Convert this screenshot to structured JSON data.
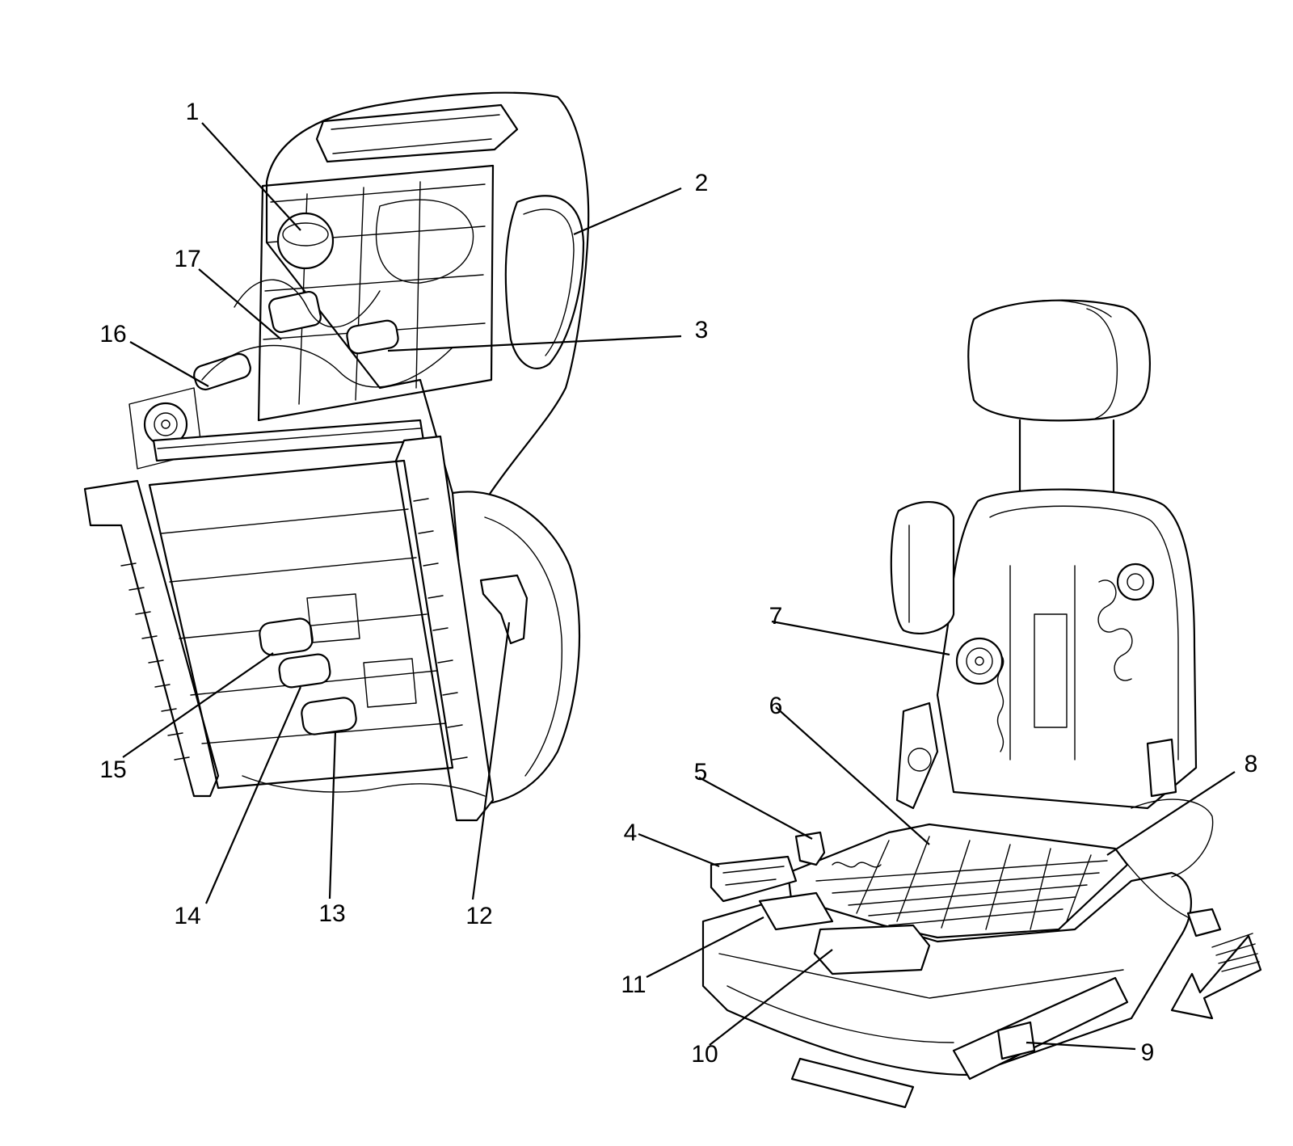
{
  "callouts": [
    {
      "id": "1",
      "text": "1"
    },
    {
      "id": "2",
      "text": "2"
    },
    {
      "id": "3",
      "text": "3"
    },
    {
      "id": "4",
      "text": "4"
    },
    {
      "id": "5",
      "text": "5"
    },
    {
      "id": "6",
      "text": "6"
    },
    {
      "id": "7",
      "text": "7"
    },
    {
      "id": "8",
      "text": "8"
    },
    {
      "id": "9",
      "text": "9"
    },
    {
      "id": "10",
      "text": "10"
    },
    {
      "id": "11",
      "text": "11"
    },
    {
      "id": "12",
      "text": "12"
    },
    {
      "id": "13",
      "text": "13"
    },
    {
      "id": "14",
      "text": "14"
    },
    {
      "id": "15",
      "text": "15"
    },
    {
      "id": "16",
      "text": "16"
    },
    {
      "id": "17",
      "text": "17"
    }
  ],
  "colors": {
    "line": "#000000",
    "background": "#ffffff"
  },
  "icons": {
    "direction_arrow": "front-direction-arrow-icon"
  }
}
